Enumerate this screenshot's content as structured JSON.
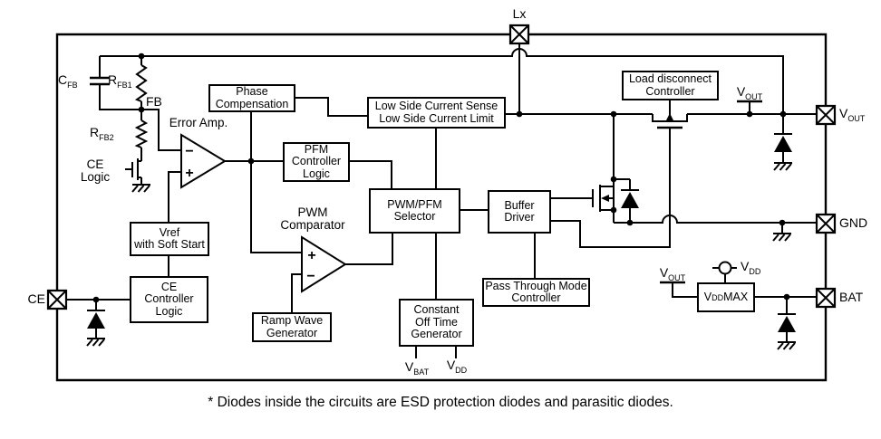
{
  "pins": {
    "lx": {
      "label": "Lx"
    },
    "vout": {
      "base": "V",
      "sub": "OUT"
    },
    "gnd": {
      "label": "GND"
    },
    "bat": {
      "label": "BAT"
    },
    "ce": {
      "label": "CE"
    }
  },
  "blocks": {
    "phase_compensation": {
      "lines": [
        "Phase",
        "Compensation"
      ]
    },
    "low_side": {
      "lines": [
        "Low Side Current Sense",
        "Low Side Current Limit"
      ]
    },
    "pfm_controller": {
      "lines": [
        "PFM",
        "Controller",
        "Logic"
      ]
    },
    "pwm_pfm_selector": {
      "lines": [
        "PWM/PFM",
        "Selector"
      ]
    },
    "buffer_driver": {
      "lines": [
        "Buffer",
        "Driver"
      ]
    },
    "load_disconnect": {
      "lines": [
        "Load disconnect",
        "Controller"
      ]
    },
    "vref": {
      "lines": [
        "Vref",
        "with Soft Start"
      ]
    },
    "ce_controller": {
      "lines": [
        "CE",
        "Controller",
        "Logic"
      ]
    },
    "ramp_wave": {
      "lines": [
        "Ramp Wave",
        "Generator"
      ]
    },
    "constant_off_time": {
      "lines": [
        "Constant",
        "Off Time",
        "Generator"
      ]
    },
    "pass_through": {
      "lines": [
        "Pass Through Mode",
        "Controller"
      ]
    },
    "vdd_max": {
      "base": "V",
      "sub": "DD",
      "rest": " MAX"
    }
  },
  "labels": {
    "error_amp": "Error Amp.",
    "pwm_comparator": {
      "lines": [
        "PWM",
        "Comparator"
      ]
    },
    "ce_logic": {
      "lines": [
        "CE",
        "Logic"
      ]
    },
    "fb": "FB",
    "cfb": {
      "base": "C",
      "sub": "FB"
    },
    "rfb1": {
      "base": "R",
      "sub": "FB1"
    },
    "rfb2": {
      "base": "R",
      "sub": "FB2"
    },
    "vbat_ref": {
      "base": "V",
      "sub": "BAT"
    },
    "vdd_ref": {
      "base": "V",
      "sub": "DD"
    },
    "vout_tap_top": {
      "base": "V",
      "sub": "OUT"
    },
    "vout_tap_bat": {
      "base": "V",
      "sub": "OUT"
    },
    "vdd_supply": {
      "base": "V",
      "sub": "DD"
    }
  },
  "opamp_signs": {
    "plus": "+",
    "minus": "−"
  },
  "caption": "* Diodes inside the circuits are ESD protection diodes and parasitic diodes.",
  "colors": {
    "line": "#000000",
    "background": "#ffffff"
  }
}
